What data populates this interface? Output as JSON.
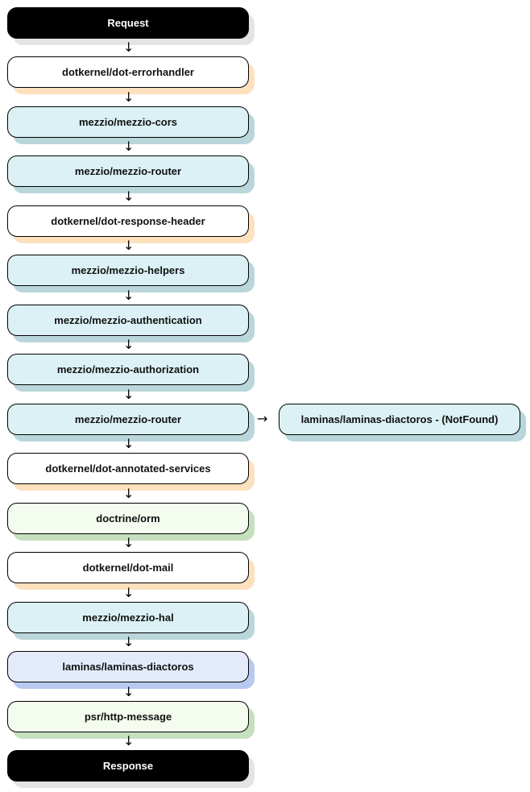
{
  "diagram": {
    "request": "Request",
    "response": "Response",
    "nodes": [
      "dotkernel/dot-errorhandler",
      "mezzio/mezzio-cors",
      "mezzio/mezzio-router",
      "dotkernel/dot-response-header",
      "mezzio/mezzio-helpers",
      "mezzio/mezzio-authentication",
      "mezzio/mezzio-authorization",
      "mezzio/mezzio-router",
      "dotkernel/dot-annotated-services",
      "doctrine/orm",
      "dotkernel/dot-mail",
      "mezzio/mezzio-hal",
      "laminas/laminas-diactoros",
      "psr/http-message"
    ],
    "side_node": "laminas/laminas-diactoros - (NotFound)",
    "arrow_down": "↓",
    "arrow_right": "→"
  }
}
